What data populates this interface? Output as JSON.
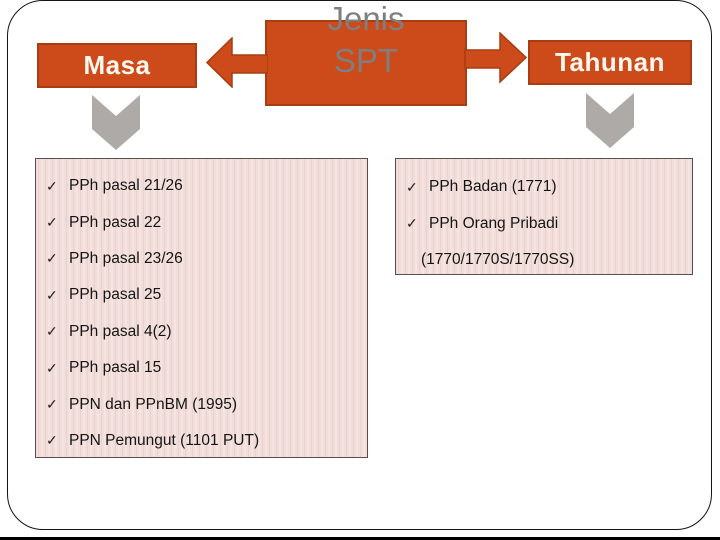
{
  "title_box": {
    "line1": "Jenis",
    "line2": "SPT"
  },
  "branches": {
    "masa": {
      "label": "Masa"
    },
    "tahunan": {
      "label": "Tahunan"
    }
  },
  "masa_list": {
    "items": [
      "PPh pasal 21/26",
      "PPh pasal 22",
      "PPh pasal 23/26",
      "PPh pasal 25",
      "PPh pasal 4(2)",
      "PPh pasal 15",
      "PPN dan PPnBM (1995)",
      "PPN Pemungut (1101 PUT)"
    ]
  },
  "tahunan_list": {
    "items": [
      "PPh Badan (1771)",
      "PPh Orang Pribadi"
    ],
    "continuation": "(1770/1770S/1770SS)"
  },
  "glyphs": {
    "checkmark": "✓"
  },
  "colors": {
    "accent_orange": "#cd4a1b",
    "accent_orange_border": "#a83d12",
    "title_gray": "#7f7f7f",
    "chevron_gray": "#aeaaa7",
    "list_bg_light": "#f1dedb",
    "list_bg_stripe": "#ead2ce",
    "list_border": "#55504a",
    "branch_text": "#fcf8ee"
  }
}
